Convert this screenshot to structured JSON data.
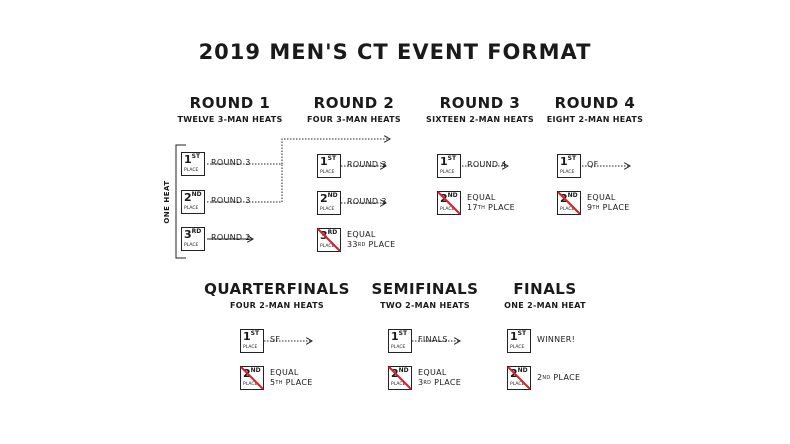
{
  "title": "2019 MEN'S CT EVENT FORMAT",
  "place_label": "PLACE",
  "one_heat": "ONE HEAT",
  "colors": {
    "text": "#1a1a1a",
    "eliminated": "#d8202a"
  },
  "rounds": [
    {
      "title": "ROUND 1",
      "sub": "TWELVE 3-MAN HEATS",
      "entries": [
        {
          "num": "1",
          "sup": "ST",
          "label": "ROUND 3"
        },
        {
          "num": "2",
          "sup": "ND",
          "label": "ROUND 3"
        },
        {
          "num": "3",
          "sup": "RD",
          "label": "ROUND 2"
        }
      ]
    },
    {
      "title": "ROUND 2",
      "sub": "FOUR 3-MAN HEATS",
      "entries": [
        {
          "num": "1",
          "sup": "ST",
          "label": "ROUND 3"
        },
        {
          "num": "2",
          "sup": "ND",
          "label": "ROUND 3"
        },
        {
          "num": "3",
          "sup": "RD",
          "eq1": "EQUAL",
          "eq2": "33",
          "eq2_sup": "RD",
          "eq2_tail": " PLACE"
        }
      ]
    },
    {
      "title": "ROUND 3",
      "sub": "SIXTEEN 2-MAN HEATS",
      "entries": [
        {
          "num": "1",
          "sup": "ST",
          "label": "ROUND 4"
        },
        {
          "num": "2",
          "sup": "ND",
          "eq1": "EQUAL",
          "eq2": "17",
          "eq2_sup": "TH",
          "eq2_tail": " PLACE"
        }
      ]
    },
    {
      "title": "ROUND 4",
      "sub": "EIGHT 2-MAN HEATS",
      "entries": [
        {
          "num": "1",
          "sup": "ST",
          "label": "QF"
        },
        {
          "num": "2",
          "sup": "ND",
          "eq1": "EQUAL",
          "eq2": "9",
          "eq2_sup": "TH",
          "eq2_tail": " PLACE"
        }
      ]
    },
    {
      "title": "QUARTERFINALS",
      "sub": "FOUR 2-MAN HEATS",
      "entries": [
        {
          "num": "1",
          "sup": "ST",
          "label": "SF"
        },
        {
          "num": "2",
          "sup": "ND",
          "eq1": "EQUAL",
          "eq2": "5",
          "eq2_sup": "TH",
          "eq2_tail": " PLACE"
        }
      ]
    },
    {
      "title": "SEMIFINALS",
      "sub": "TWO 2-MAN HEATS",
      "entries": [
        {
          "num": "1",
          "sup": "ST",
          "label": "FINALS"
        },
        {
          "num": "2",
          "sup": "ND",
          "eq1": "EQUAL",
          "eq2": "3",
          "eq2_sup": "RD",
          "eq2_tail": " PLACE"
        }
      ]
    },
    {
      "title": "FINALS",
      "sub": "ONE 2-MAN HEAT",
      "entries": [
        {
          "num": "1",
          "sup": "ST",
          "label": "WINNER!"
        },
        {
          "num": "2",
          "sup": "ND",
          "eq1": "",
          "eq2": "2",
          "eq2_sup": "ND",
          "eq2_tail": " PLACE"
        }
      ]
    }
  ]
}
